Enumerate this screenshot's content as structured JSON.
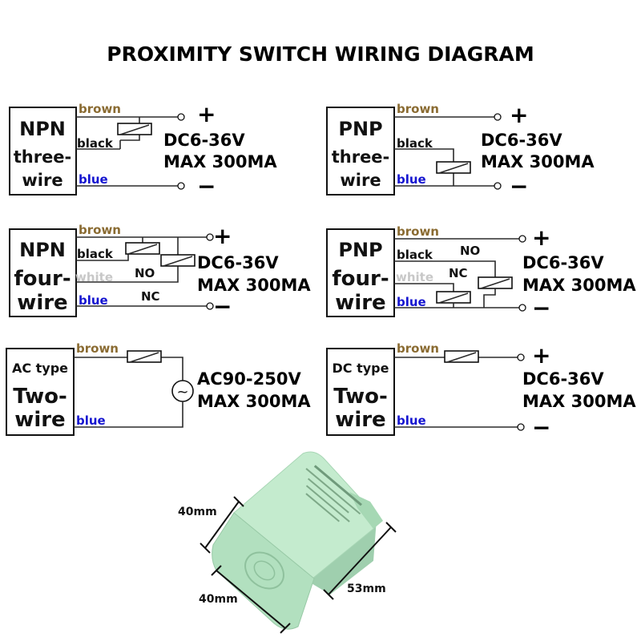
{
  "title": "PROXIMITY SWITCH WIRING DIAGRAM",
  "wire_colors": {
    "brown": "#8a6b32",
    "black": "#111111",
    "white": "#c8c8c8",
    "blue": "#1515d0"
  },
  "panels": {
    "npn3": {
      "type": [
        "NPN",
        "three-",
        "wire"
      ],
      "wires": [
        "brown",
        "black",
        "blue"
      ],
      "spec": [
        "DC6-36V",
        "MAX 300MA"
      ],
      "plus": "+",
      "minus": "−"
    },
    "pnp3": {
      "type": [
        "PNP",
        "three-",
        "wire"
      ],
      "wires": [
        "brown",
        "black",
        "blue"
      ],
      "spec": [
        "DC6-36V",
        "MAX 300MA"
      ],
      "plus": "+",
      "minus": "−"
    },
    "npn4": {
      "type": [
        "NPN",
        "four-",
        "wire"
      ],
      "wires": [
        "brown",
        "black",
        "white",
        "blue"
      ],
      "no": "NO",
      "nc": "NC",
      "spec": [
        "DC6-36V",
        "MAX 300MA"
      ],
      "plus": "+",
      "minus": "−"
    },
    "pnp4": {
      "type": [
        "PNP",
        "four-",
        "wire"
      ],
      "wires": [
        "brown",
        "black",
        "white",
        "blue"
      ],
      "no": "NO",
      "nc": "NC",
      "spec": [
        "DC6-36V",
        "MAX 300MA"
      ],
      "plus": "+",
      "minus": "−"
    },
    "ac2": {
      "type": [
        "AC type",
        "Two-",
        "wire"
      ],
      "wires": [
        "brown",
        "blue"
      ],
      "ac_symbol": "~",
      "spec": [
        "AC90-250V",
        "MAX 300MA"
      ]
    },
    "dc2": {
      "type": [
        "DC type",
        "Two-",
        "wire"
      ],
      "wires": [
        "brown",
        "blue"
      ],
      "spec": [
        "DC6-36V",
        "MAX 300MA"
      ],
      "plus": "+",
      "minus": "−"
    }
  },
  "sensor": {
    "body_color": "#b7e3c3",
    "dimensions": {
      "height": "40mm",
      "width": "40mm",
      "length": "53mm"
    }
  }
}
